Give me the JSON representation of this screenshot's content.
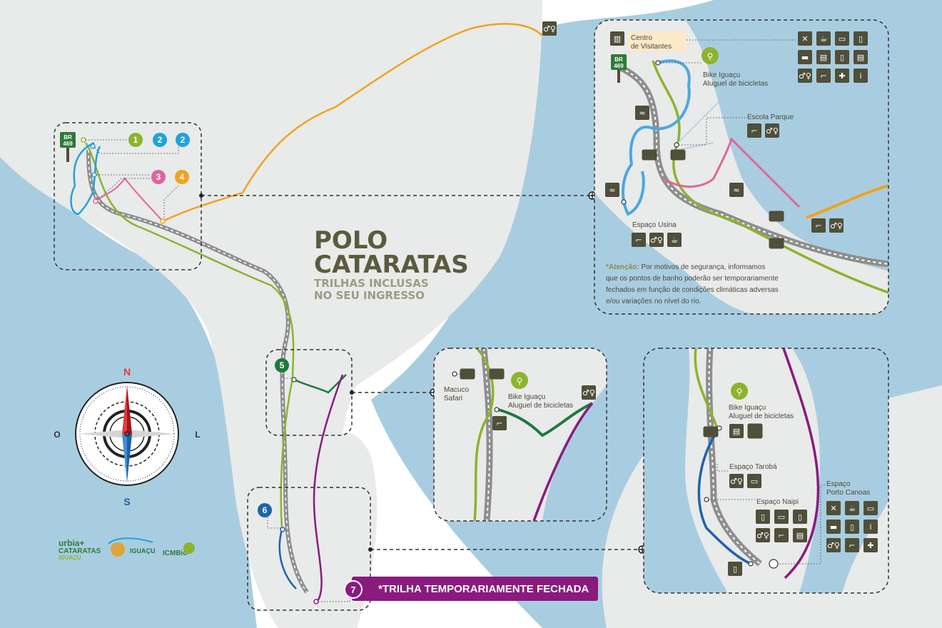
{
  "title": {
    "line1": "POLO",
    "line2": "CATARATAS",
    "sub1": "TRILHAS INCLUSAS",
    "sub2": "NO SEU INGRESSO"
  },
  "road_sign": {
    "line1": "BR",
    "line2": "469"
  },
  "trail_markers": [
    {
      "id": "1",
      "color": "#8cb42d"
    },
    {
      "id": "2",
      "color": "#1fa3dc"
    },
    {
      "id": "2",
      "color": "#1fa3dc"
    },
    {
      "id": "3",
      "color": "#e2649c"
    },
    {
      "id": "4",
      "color": "#f2a21c"
    },
    {
      "id": "5",
      "color": "#1f7a3c"
    },
    {
      "id": "6",
      "color": "#1c64b0"
    },
    {
      "id": "7",
      "color": "#8a1a7e"
    }
  ],
  "closed_banner": "*TRILHA TEMPORARIAMENTE FECHADA",
  "compass": {
    "n": "N",
    "s": "S",
    "o": "O",
    "l": "L"
  },
  "logos": {
    "urbia1": "urbia+",
    "urbia2": "CATARATAS",
    "urbia3": "IGUAÇU",
    "park": "IGUAÇU",
    "icmbio": "ICMBio"
  },
  "inset1": {
    "visitor_center1": "Centro",
    "visitor_center2": "de Visitantes",
    "bike1": "Bike Iguaçu",
    "bike2": "Aluguel de bicicletas",
    "school": "Escola Parque",
    "usina": "Espaço Usina",
    "notice_bold": "*Atenção:",
    "notice_rest": " Por motivos de segurança, informamos",
    "notice2": "que os pontos de banho poderão ser temporariamente",
    "notice3": "fechados em função de condições climáticas adversas",
    "notice4": "e/ou variações no nível do rio."
  },
  "inset2": {
    "macuco1": "Macuco",
    "macuco2": "Safari",
    "bike1": "Bike Iguaçu",
    "bike2": "Aluguel de bicicletas"
  },
  "inset3": {
    "bike1": "Bike Iguaçu",
    "bike2": "Aluguel de bicicletas",
    "taroba": "Espaço Tarobá",
    "naipi": "Espaço Naipi",
    "porto1": "Espaço",
    "porto2": "Porto Canoas"
  },
  "icons": {
    "restaurant": "✕",
    "coffee": "☕",
    "snack": "▭",
    "shop": "▯",
    "bus": "▬",
    "atm": "▤",
    "wc": "♂♀",
    "water": "⌐",
    "firstaid": "✚",
    "info": "i",
    "swim": "≈",
    "bike": "⚲",
    "bed": "▰",
    "museum": "▥"
  },
  "colors": {
    "water": "#a9cde0",
    "land": "#e9eaea",
    "road": "#8e8e8e",
    "accent": "#5b5b3e",
    "trail_lime": "#8cb42d",
    "trail_blue": "#1fa3dc",
    "trail_pink": "#e2649c",
    "trail_orange": "#f2a21c",
    "trail_green": "#1f7a3c",
    "trail_navy": "#1c64b0",
    "trail_purple": "#8a1a7e"
  }
}
